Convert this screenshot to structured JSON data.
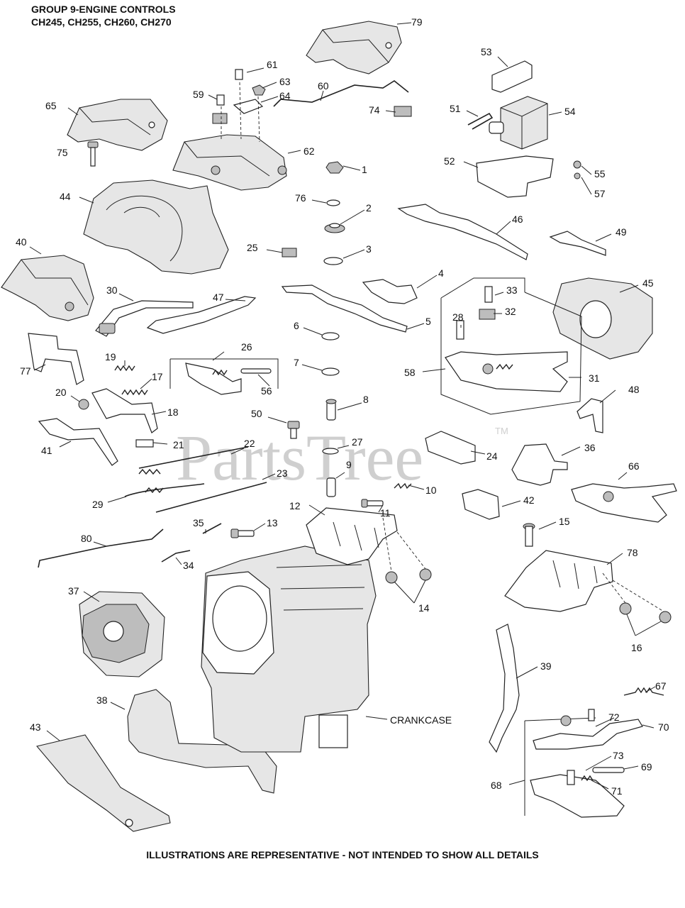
{
  "header": {
    "title_line1": "GROUP 9-ENGINE CONTROLS",
    "title_line2": "CH245, CH255, CH260, CH270"
  },
  "footer": {
    "note": "ILLUSTRATIONS ARE REPRESENTATIVE - NOT INTENDED TO SHOW ALL DETAILS"
  },
  "watermark": {
    "text": "PartsTree",
    "tm": "TM"
  },
  "callouts": {
    "c1": "1",
    "c2": "2",
    "c3": "3",
    "c4": "4",
    "c5": "5",
    "c6": "6",
    "c7": "7",
    "c8": "8",
    "c9": "9",
    "c10": "10",
    "c11": "11",
    "c12": "12",
    "c13": "13",
    "c14": "14",
    "c15": "15",
    "c16": "16",
    "c17": "17",
    "c18": "18",
    "c19": "19",
    "c20": "20",
    "c21": "21",
    "c22": "22",
    "c23": "23",
    "c24": "24",
    "c25": "25",
    "c26": "26",
    "c27": "27",
    "c28": "28",
    "c29": "29",
    "c30": "30",
    "c31": "31",
    "c32": "32",
    "c33": "33",
    "c34": "34",
    "c35": "35",
    "c36": "36",
    "c37": "37",
    "c38": "38",
    "c39": "39",
    "c40": "40",
    "c41": "41",
    "c42": "42",
    "c43": "43",
    "c44": "44",
    "c45": "45",
    "c46": "46",
    "c47": "47",
    "c48": "48",
    "c49": "49",
    "c50": "50",
    "c51": "51",
    "c52": "52",
    "c53": "53",
    "c54": "54",
    "c55": "55",
    "c56": "56",
    "c57": "57",
    "c58": "58",
    "c59": "59",
    "c60": "60",
    "c61": "61",
    "c62": "62",
    "c63": "63",
    "c64": "64",
    "c65": "65",
    "c66": "66",
    "c67": "67",
    "c68": "68",
    "c69": "69",
    "c70": "70",
    "c71": "71",
    "c72": "72",
    "c73": "73",
    "c74": "74",
    "c75": "75",
    "c76": "76",
    "c77": "77",
    "c78": "78",
    "c79": "79",
    "c80": "80",
    "crankcase": "CRANKCASE"
  }
}
